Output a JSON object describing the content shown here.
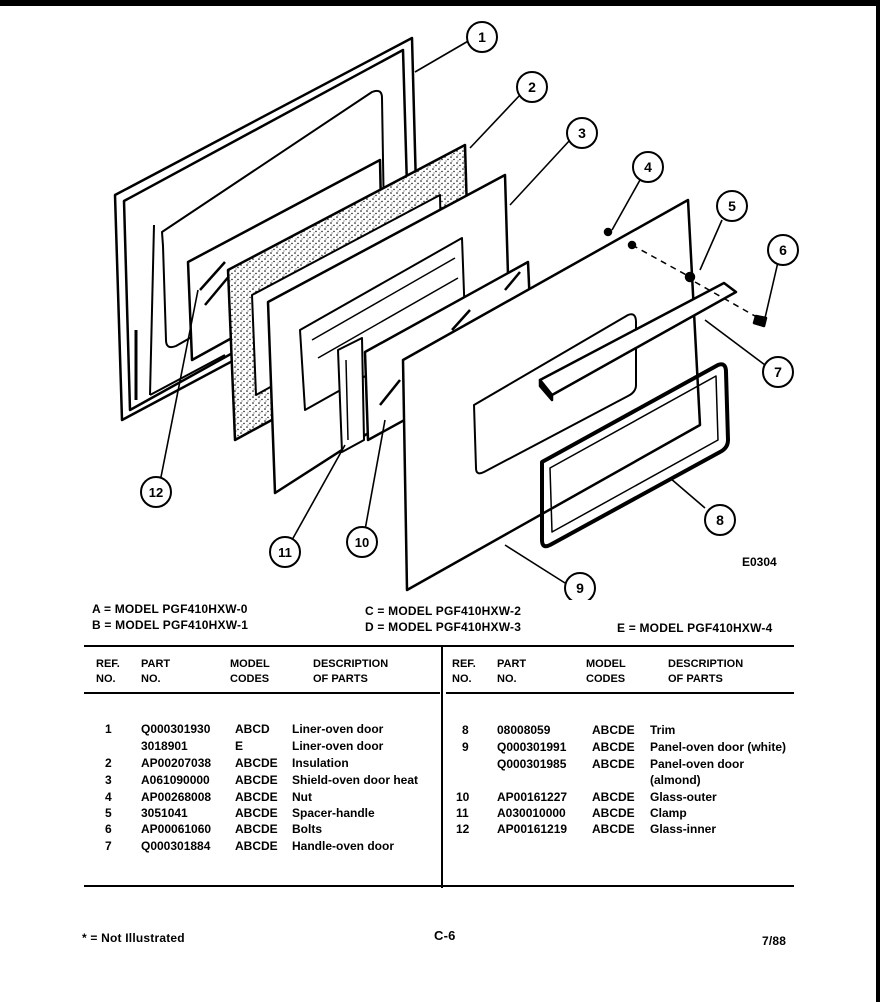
{
  "diagram_code": "E0304",
  "callouts": [
    "1",
    "2",
    "3",
    "4",
    "5",
    "6",
    "7",
    "8",
    "9",
    "10",
    "11",
    "12"
  ],
  "models": [
    {
      "text": "A = MODEL PGF410HXW-0"
    },
    {
      "text": "B = MODEL PGF410HXW-1"
    },
    {
      "text": "C = MODEL PGF410HXW-2"
    },
    {
      "text": "D = MODEL PGF410HXW-3"
    },
    {
      "text": "E = MODEL PGF410HXW-4"
    }
  ],
  "table_headers": {
    "ref_no": [
      "REF.",
      "NO."
    ],
    "part_no": [
      "PART",
      "NO."
    ],
    "model_codes": [
      "MODEL",
      "CODES"
    ],
    "description": [
      "DESCRIPTION",
      "OF PARTS"
    ]
  },
  "parts_left": [
    {
      "ref": "1",
      "part": "Q000301930",
      "codes": "ABCD",
      "desc": "Liner-oven door"
    },
    {
      "ref": "",
      "part": "3018901",
      "codes": "E",
      "desc": "Liner-oven door"
    },
    {
      "ref": "2",
      "part": "AP00207038",
      "codes": "ABCDE",
      "desc": "Insulation"
    },
    {
      "ref": "3",
      "part": "A061090000",
      "codes": "ABCDE",
      "desc": "Shield-oven door heat"
    },
    {
      "ref": "4",
      "part": "AP00268008",
      "codes": "ABCDE",
      "desc": "Nut"
    },
    {
      "ref": "5",
      "part": "3051041",
      "codes": "ABCDE",
      "desc": "Spacer-handle"
    },
    {
      "ref": "6",
      "part": "AP00061060",
      "codes": "ABCDE",
      "desc": "Bolts"
    },
    {
      "ref": "7",
      "part": "Q000301884",
      "codes": "ABCDE",
      "desc": "Handle-oven door"
    }
  ],
  "parts_right": [
    {
      "ref": "8",
      "part": "08008059",
      "codes": "ABCDE",
      "desc": "Trim"
    },
    {
      "ref": "9",
      "part": "Q000301991",
      "codes": "ABCDE",
      "desc": "Panel-oven door (white)"
    },
    {
      "ref": "",
      "part": "Q000301985",
      "codes": "ABCDE",
      "desc": "Panel-oven door"
    },
    {
      "ref": "",
      "part": "",
      "codes": "",
      "desc": "(almond)"
    },
    {
      "ref": "10",
      "part": "AP00161227",
      "codes": "ABCDE",
      "desc": "Glass-outer"
    },
    {
      "ref": "11",
      "part": "A030010000",
      "codes": "ABCDE",
      "desc": "Clamp"
    },
    {
      "ref": "12",
      "part": "AP00161219",
      "codes": "ABCDE",
      "desc": "Glass-inner"
    }
  ],
  "footer": {
    "note": "* = Not Illustrated",
    "page": "C-6",
    "date": "7/88"
  }
}
